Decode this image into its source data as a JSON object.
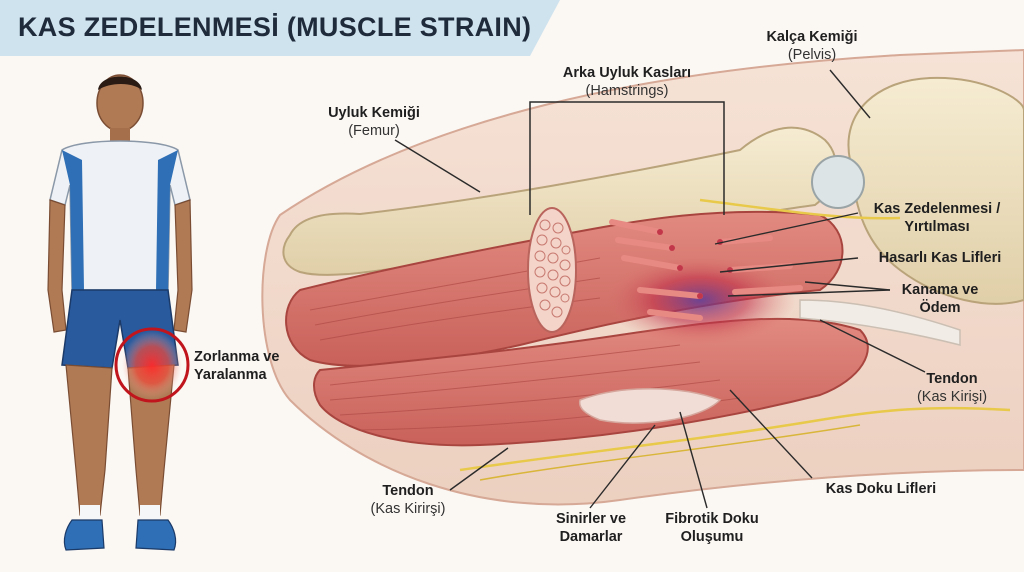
{
  "title": "KAS ZEDELENMESİ (MUSCLE STRAIN)",
  "labels": {
    "injury_site": {
      "tr": "Zorlanma ve Yaralanma"
    },
    "femur": {
      "tr": "Uyluk Kemiği",
      "en": "(Femur)"
    },
    "hamstrings": {
      "tr": "Arka Uyluk Kasları",
      "en": "(Hamstrings)"
    },
    "pelvis": {
      "tr": "Kalça Kemiği",
      "en": "(Pelvis)"
    },
    "tear": {
      "tr1": "Kas Zedelenmesi /",
      "tr2": "Yırtılması"
    },
    "damaged_fibers": {
      "tr": "Hasarlı Kas Lifleri"
    },
    "bleeding": {
      "tr1": "Kanama ve",
      "tr2": "Ödem"
    },
    "tendon_right": {
      "tr": "Tendon",
      "en": "(Kas Kirişi)"
    },
    "tendon_left": {
      "tr": "Tendon",
      "en": "(Kas Kirirşi)"
    },
    "nerves": {
      "tr1": "Sinirler ve",
      "tr2": "Damarlar"
    },
    "fibrotic": {
      "tr1": "Fibrotik Doku",
      "tr2": "Oluşumu"
    },
    "muscle_fibers": {
      "tr": "Kas Doku Lifleri"
    }
  },
  "colors": {
    "banner": "#cfe3ee",
    "title": "#1f2a3a",
    "shirt": "#eef2f6",
    "shirt_accent": "#2e6fb5",
    "shorts": "#2a5a9e",
    "skin": "#b07a55",
    "muscle": "#d9736b",
    "muscle_dark": "#b8504a",
    "bone": "#efe2c2",
    "injury": "#e8222a",
    "bruise": "#7b5aa6",
    "nerve": "#e8c94a",
    "leader": "#2b2b2b"
  }
}
